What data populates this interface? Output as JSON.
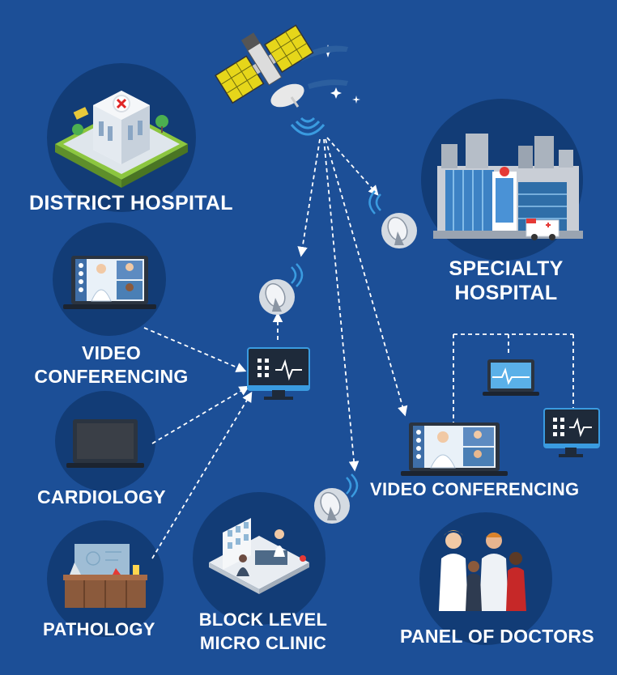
{
  "labels": {
    "district_hospital": "DISTRICT HOSPITAL",
    "specialty_hospital_line1": "SPECIALTY",
    "specialty_hospital_line2": "HOSPITAL",
    "video_conferencing_left_line1": "VIDEO",
    "video_conferencing_left_line2": "CONFERENCING",
    "cardiology": "CARDIOLOGY",
    "pathology": "PATHOLOGY",
    "block_level_line1": "BLOCK LEVEL",
    "block_level_line2": "MICRO CLINIC",
    "video_conferencing_right": "VIDEO CONFERENCING",
    "panel_of_doctors": "PANEL OF DOCTORS"
  },
  "icons": [
    "satellite-icon",
    "hospital-building-icon",
    "city-hospital-icon",
    "ambulance-icon",
    "laptop-video-call-icon",
    "laptop-icon",
    "lab-equipment-icon",
    "clinic-room-icon",
    "monitor-heartbeat-icon",
    "satellite-dish-icon",
    "doctors-group-icon"
  ],
  "colors": {
    "background": "#1c4f97",
    "circle": "#123c76",
    "text": "#ffffff",
    "arrow": "#ffffff"
  }
}
